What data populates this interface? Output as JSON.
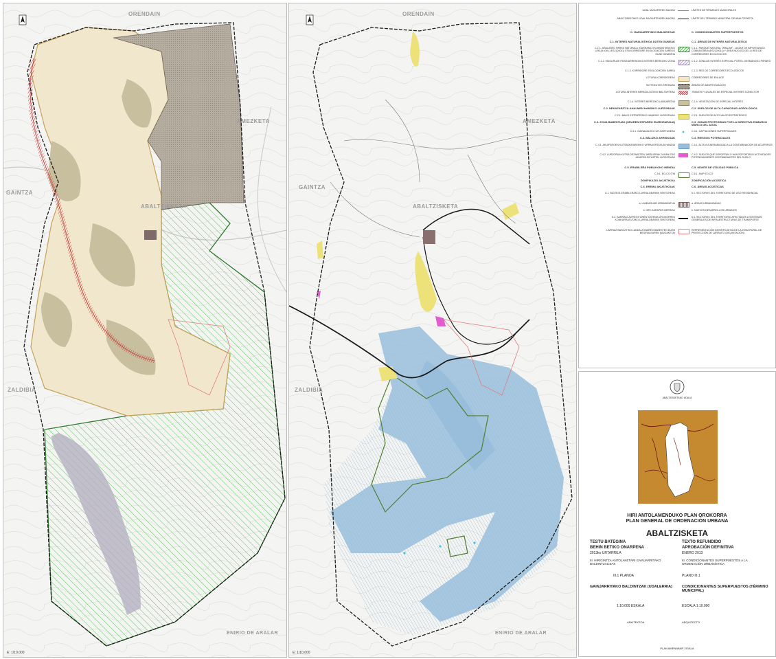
{
  "left_map": {
    "labels": {
      "north_edge": "ORENDAIN",
      "east_edge": "AMEZKETA",
      "west_edge": "GAINTZA",
      "center": "ABALTZISKETA",
      "southwest": "ZALDIBIA",
      "southeast": "ENIRIO DE ARALAR"
    },
    "scale": "E: 1/10.000"
  },
  "right_map": {
    "labels": {
      "north_edge": "ORENDAIN",
      "east_edge": "AMEZKETA",
      "west_edge": "GAINTZA",
      "center": "ABALTZISKETA",
      "southwest": "ZALDIBIA",
      "southeast": "ENIRIO DE ARALAR"
    },
    "scale": "E: 1/10.000"
  },
  "legend": {
    "top_rows": [
      {
        "basque": "UDAL MUGARTEEN MUGAK",
        "spanish": "LÍMITES DE TÉRMINOS MUNICIPALES"
      },
      {
        "basque": "ABALTZISKETAKO UDAL MUGARTEAREN MUGAK",
        "spanish": "LÍMITE DEL TÉRMINO MUNICIPAL DE ABALTZISKETA"
      }
    ],
    "heading_basque": "C. GAINJARRITAKO BALDINTZAK",
    "heading_spanish": "C. CONDICIONANTES SUPERPUESTOS",
    "rows": [
      {
        "basque": "C.1. INTERES NATURALISTIKOA DUTEN GUNEAK",
        "spanish": "C.1. ÁREAS DE INTERÉS NATURALÍSTICO",
        "head": true
      },
      {
        "basque": "C.1.1. ARALARKO PARKE NATURALA (GARRANTZI KOMUNITARIOKO LEKUA (GKL) ES2120011) ETA KORRIDORE EKOLOGIKOEN SAREKO GUNE OINARRIA",
        "spanish": "C.1.1. PARQUE NATURAL \"ARALAR\", LUGAR DE IMPORTANCIA COMUNITARIA (ES2120011) Y ÁREA NÚCLEO DE LA RED DE CORREDORES ECOLÓGICOS",
        "swatch": "green"
      },
      {
        "basque": "C.1.2. MUGURUZE PAISAIARRENGIKO INTERES BEREZIKO ZONA",
        "spanish": "C.1.2. ZONA DE INTERÉS ESPECIAL POR EL DESMÁN DEL PIRINEO",
        "swatch": "lilac"
      },
      {
        "basque": "C.1.3. KORRIDORE EKOLOGIKOEN SAREA",
        "spanish": "C.1.3. RED DE CORREDORES ECOLÓGICOS",
        "swatch": "none"
      },
      {
        "basque": "LOTURA-KORRIDOREAK",
        "spanish": "CORREDORES DE ENLACE",
        "swatch": "beige"
      },
      {
        "basque": "MOTEGOTZE-EREMUAK",
        "spanish": "ÁREAS DE AMORTIGUACIÓN",
        "swatch": "dotted"
      },
      {
        "basque": "LOTURA-INTERES BEREZIA DUTEN IBAI-TARTEAK",
        "spanish": "TRAMOS FLUVIALES DE ESPECIAL INTERÉS CONECTOR",
        "swatch": "red"
      },
      {
        "basque": "C.1.4. INTERES BEREZIKO LANDAREDIA",
        "spanish": "C.1.4. VEGETACIÓN DE ESPECIAL INTERÉS",
        "swatch": "olive"
      },
      {
        "basque": "C.2. NEKAZARITZA-AHALMEN HANDIKO LURZORUAK",
        "spanish": "C.2. SUELOS DE ALTA CAPACIDAD AGROLÓGICA",
        "head": true
      },
      {
        "basque": "C.2.1. BALIO ESTRATEGIKO HANDIKO LURZORUAK",
        "spanish": "C.2.1. SUELOS DE ALTO VALOR ESTRATÉGICO",
        "swatch": "yellow"
      },
      {
        "basque": "C.3. ZONA BABESTUAK (URAREN ESPARRU ZUZENTARAUA)",
        "spanish": "C.3. ZONAS PROTEGIDAS POR LA DIRECTIVA ENMARCO MARCO DEL AGUA",
        "head": true
      },
      {
        "basque": "C.3.1. GAINAZALEKO UR-HARTUNEAK",
        "spanish": "C.3.1. CAPTACIONES SUPERFICIALES",
        "swatch": "dot"
      },
      {
        "basque": "C.4. BALIZKO ARRISKUAK",
        "spanish": "C.4. RIESGOS POTENCIALES",
        "head": true
      },
      {
        "basque": "C.4.1. AKUIFEROEN KUTSADURAREKIKO URRAKORTASUN HANDIA",
        "spanish": "C.4.1. ALTA VULNERABILIDAD A LA CONTAMINACIÓN DE ACUÍFEROS",
        "swatch": "blue"
      },
      {
        "basque": "C.4.2. LURZORUA KUTSA DEZAKETEN JARDUERAK JASAN EDO JASATEN DITUZTEN LURZORUAK",
        "spanish": "C.4.2. SUELOS QUE SOPORTAN O HAN SOPORTADO ACTIVIDADES POTENCIALMENTE CONTAMINANTES DEL SUELO",
        "swatch": "magenta"
      },
      {
        "basque": "C.5. ERABILERA PUBLIKOKO MENDIA",
        "spanish": "C.5. MONTE DE UTILIDAD PÚBLICA",
        "head": true
      },
      {
        "basque": "C.5.1. EO-CO 0°M",
        "spanish": "C.5.1. MUP EO-CO",
        "swatch": "greenline"
      },
      {
        "basque": "ZONIFIKAZIO AKUSTIKOA",
        "spanish": "ZONIFICACIÓN ACÚSTICA",
        "head": true
      },
      {
        "basque": "C.6. EREMU AKUSTIKOAK",
        "spanish": "C.6. ÁREAS ACÚSTICAS",
        "head": true
      },
      {
        "basque": "6.1. BIZITEGI-ERABILERAKO LURRALDEAREN SEKTOREAK",
        "spanish": "6.1. SECTORES DEL TERRITORIO DE USO RESIDENCIAL",
        "swatch": "none"
      },
      {
        "basque": "a. LANDAGUNE URBANIZATUA",
        "spanish": "a. ÁREAS URBANIZADAS",
        "swatch": "brownhatch"
      },
      {
        "basque": "b. HIRI GARAPEN BERRIAK",
        "spanish": "b. NUEVOS DESARROLLOS URBANOS",
        "swatch": "none"
      },
      {
        "basque": "6.4. GARRAIO-AZPIEGITUREN SISTEMA OROKORREK KONKURRATUTAKO LURRALDEAREN SEKTOREAK",
        "spanish": "6.4. SECTORES DEL TERRITORIO AFECTADOS A SISTEMAS GENERALES DE INFRAESTRUCTURAS DE TRANSPORTE",
        "swatch": "blackline"
      },
      {
        "basque": "LARRAIZ BASOZTIKO LANDA-ZONAREN BABESTEN DUEN BEGIRALEAREN (MUGAKETA)",
        "spanish": "REPRESENTACIÓN IDENTIFICATIVA DE LA ZONA RURAL DE PROTECCIÓN DE LARRAITZ (DELIMITACIÓN)",
        "swatch": "pinkline"
      }
    ]
  },
  "titleblock": {
    "council": "ABALTZISKETAKO UDALA",
    "title_basque": "HIRI ANTOLAMENDUKO PLAN OROKORRA",
    "title_spanish": "PLAN GENERAL DE ORDENACIÓN URBANA",
    "municipality": "ABALTZISKETA",
    "phase_basque_1": "TESTU BATEGINA",
    "phase_basque_2": "BEHIN BETIKO ONARPENA",
    "date_basque": "2013ko URTARRILA",
    "phase_spanish_1": "TEXTO REFUNDIDO",
    "phase_spanish_2": "APROBACIÓN DEFINITIVA",
    "date_spanish": "ENERO 2013",
    "doc_basque": "III. HIRIGINTZA ANTOLAKETARI GAINJARRITAKO BALDINTZAILEAK",
    "doc_spanish": "III. CONDICIONANTES SUPERPUESTOS A LA ORDENACIÓN URBANÍSTICA",
    "plan_basque": "III.1 PLANOA",
    "plan_spanish": "PLANO III.1",
    "subject_basque": "GAINJARRITAKO BALDINTZAK (UDALERRIA)",
    "subject_spanish": "CONDICIONANTES SUPERPUESTOS (TÉRMINO MUNICIPAL)",
    "scale_basque": "1:10.000 ESKALA",
    "scale_spanish": "ESCALA 1:10.000",
    "role_basque": "ARKITEKTOA",
    "role_spanish": "ARQUITECTO",
    "footer": "PLAN AMENABAR ZIGALA"
  }
}
